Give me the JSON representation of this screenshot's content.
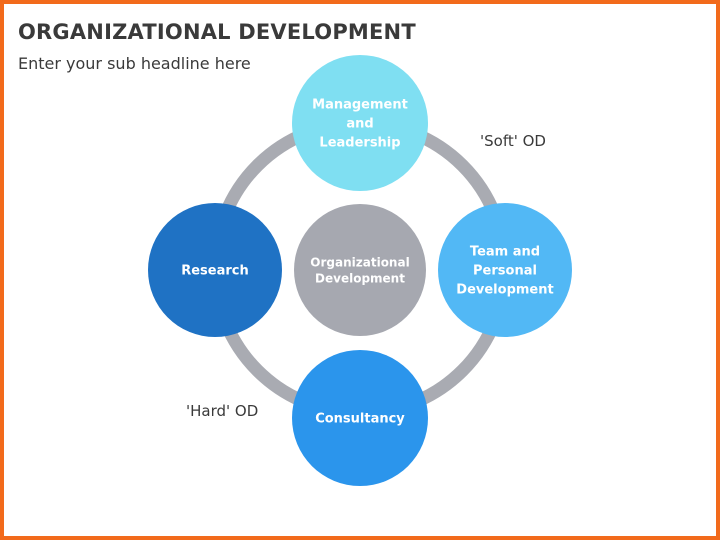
{
  "title": "ORGANIZATIONAL DEVELOPMENT",
  "subtitle": "Enter your sub headline here",
  "colors": {
    "border": "#f26a1b",
    "ring": "#a9abb2",
    "center": "#a6a8b0",
    "management": "#7fdff2",
    "team": "#52b8f5",
    "consultancy": "#2b95ec",
    "research": "#1f72c4"
  },
  "nodes": {
    "center": {
      "lines": [
        "Organizational",
        "Development"
      ]
    },
    "top": {
      "lines": [
        "Management",
        "and",
        "Leadership"
      ]
    },
    "right": {
      "lines": [
        "Team and",
        "Personal",
        "Development"
      ]
    },
    "bottom": {
      "lines": [
        "Consultancy"
      ]
    },
    "left": {
      "lines": [
        "Research"
      ]
    }
  },
  "annotations": {
    "soft": "'Soft' OD",
    "hard": "'Hard' OD"
  }
}
